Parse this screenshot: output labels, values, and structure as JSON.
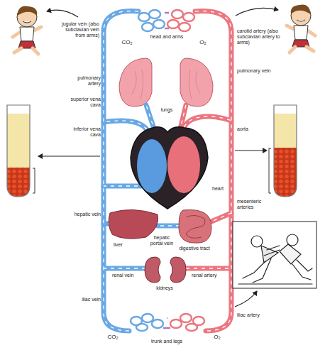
{
  "diagram": {
    "labels": [
      "jugular vein (also subclavian vein from arms)",
      "head and arms",
      "CO₂",
      "O₂",
      "carotid artery (also subclavian artery to arms)",
      "pulmonary artery",
      "lungs",
      "pulmonary vein",
      "superior vena cava",
      "aorta",
      "inferior vena cava",
      "heart",
      "hepatic vein",
      "mesenteric arteries",
      "liver",
      "hepatic portal vein",
      "digestive tract",
      "renal vein",
      "renal artery",
      "kidneys",
      "iliac vein",
      "iliac artery",
      "CO₂",
      "O₂",
      "trunk and legs"
    ]
  }
}
